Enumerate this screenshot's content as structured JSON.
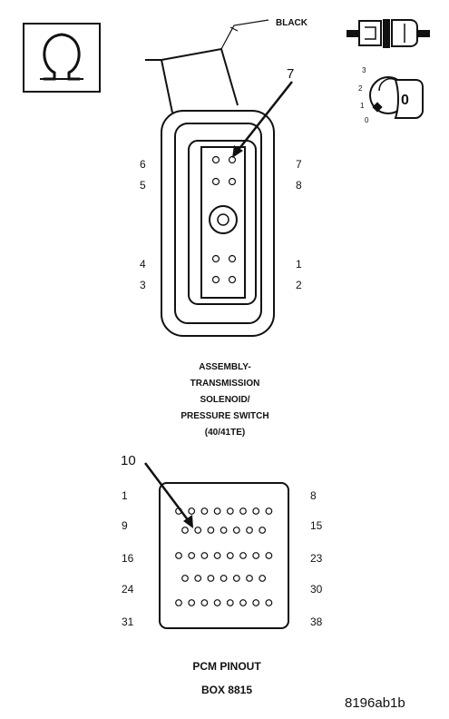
{
  "wire_color_label": "BLACK",
  "callout_top": "7",
  "callout_bottom": "10",
  "key_icon": {
    "positions": [
      "3",
      "2",
      "1",
      "0"
    ],
    "key_label": "0"
  },
  "connector_top": {
    "pin_labels_left": [
      "6",
      "5",
      "4",
      "3"
    ],
    "pin_labels_right": [
      "7",
      "8",
      "1",
      "2"
    ],
    "caption_lines": [
      "ASSEMBLY-",
      "TRANSMISSION",
      "SOLENOID/",
      "PRESSURE SWITCH",
      "(40/41TE)"
    ]
  },
  "connector_bottom": {
    "row_labels_left": [
      "1",
      "9",
      "16",
      "24",
      "31"
    ],
    "row_labels_right": [
      "8",
      "15",
      "23",
      "30",
      "38"
    ],
    "caption_lines": [
      "PCM PINOUT",
      "BOX 8815"
    ]
  },
  "figure_id": "8196ab1b",
  "icons": {
    "ohmmeter": "ohm-symbol-icon",
    "connector_plug": "connector-plug-icon",
    "ignition": "ignition-key-icon"
  }
}
